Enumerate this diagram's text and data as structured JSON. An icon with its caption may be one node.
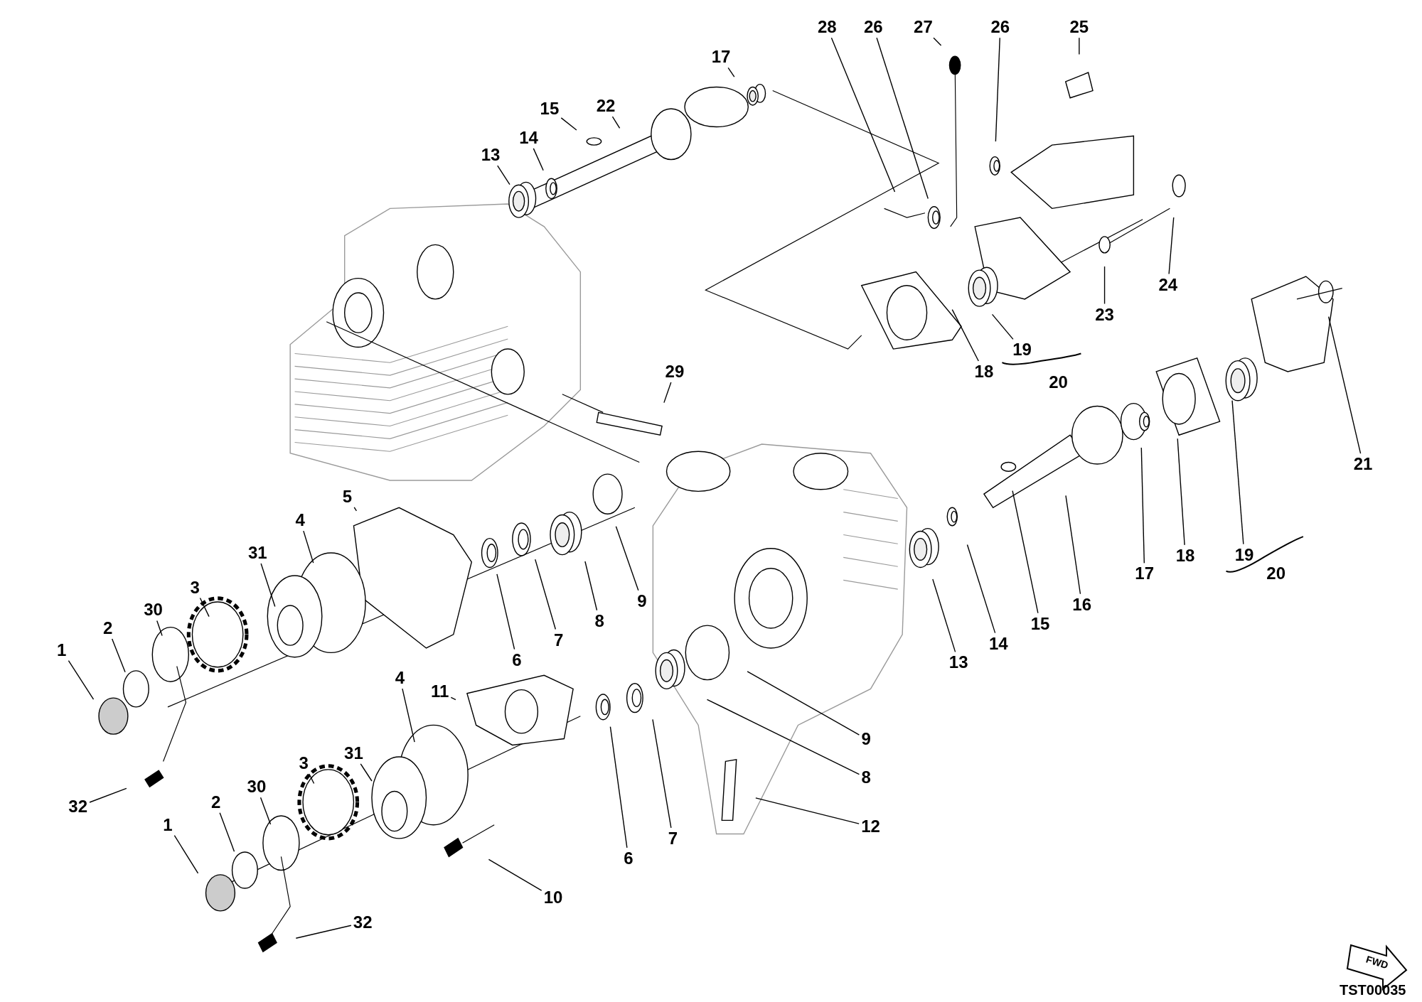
{
  "diagram": {
    "nodes": [
      {
        "text": [
          "17"
        ]
      },
      {
        "text": [
          "22"
        ]
      },
      {
        "text": [
          "15"
        ]
      },
      {
        "text": [
          "14"
        ]
      },
      {
        "text": [
          "13"
        ]
      },
      {
        "text": [
          "28"
        ]
      },
      {
        "text": [
          "26"
        ]
      },
      {
        "text": [
          "27"
        ]
      },
      {
        "text": [
          "26"
        ]
      },
      {
        "text": [
          "25"
        ]
      },
      {
        "text": [
          "24"
        ]
      },
      {
        "text": [
          "23"
        ]
      },
      {
        "text": [
          "21"
        ]
      },
      {
        "text": [
          "29"
        ]
      },
      {
        "text": [
          "18"
        ]
      },
      {
        "text": [
          "19"
        ]
      },
      {
        "text": [
          "20"
        ]
      },
      {
        "text": [
          "5"
        ]
      },
      {
        "text": [
          "4"
        ]
      },
      {
        "text": [
          "31"
        ]
      },
      {
        "text": [
          "3"
        ]
      },
      {
        "text": [
          "30"
        ]
      },
      {
        "text": [
          "2"
        ]
      },
      {
        "text": [
          "1"
        ]
      },
      {
        "text": [
          "32"
        ]
      },
      {
        "text": [
          "6"
        ]
      },
      {
        "text": [
          "7"
        ]
      },
      {
        "text": [
          "8"
        ]
      },
      {
        "text": [
          "9"
        ]
      },
      {
        "text": [
          "13"
        ]
      },
      {
        "text": [
          "14"
        ]
      },
      {
        "text": [
          "15"
        ]
      },
      {
        "text": [
          "16"
        ]
      },
      {
        "text": [
          "17"
        ]
      },
      {
        "text": [
          "18"
        ]
      },
      {
        "text": [
          "19"
        ]
      },
      {
        "text": [
          "20"
        ]
      },
      {
        "text": [
          "9"
        ]
      },
      {
        "text": [
          "8"
        ]
      },
      {
        "text": [
          "11"
        ]
      },
      {
        "text": [
          "4"
        ]
      },
      {
        "text": [
          "31"
        ]
      },
      {
        "text": [
          "3"
        ]
      },
      {
        "text": [
          "30"
        ]
      },
      {
        "text": [
          "2"
        ]
      },
      {
        "text": [
          "1"
        ]
      },
      {
        "text": [
          "6"
        ]
      },
      {
        "text": [
          "7"
        ]
      },
      {
        "text": [
          "10"
        ]
      },
      {
        "text": [
          "12"
        ]
      },
      {
        "text": [
          "32"
        ]
      }
    ],
    "edges": [
      {
        "from": 0,
        "to": null,
        "arrow": "none"
      },
      {
        "from": 1,
        "to": null,
        "arrow": "none"
      },
      {
        "from": 2,
        "to": null,
        "arrow": "none"
      },
      {
        "from": 3,
        "to": null,
        "arrow": "none"
      },
      {
        "from": 4,
        "to": null,
        "arrow": "none"
      },
      {
        "from": 5,
        "to": null,
        "arrow": "none"
      },
      {
        "from": 6,
        "to": null,
        "arrow": "none"
      },
      {
        "from": 7,
        "to": null,
        "arrow": "none"
      },
      {
        "from": 8,
        "to": null,
        "arrow": "none"
      },
      {
        "from": 9,
        "to": null,
        "arrow": "none"
      },
      {
        "from": 10,
        "to": null,
        "arrow": "none"
      },
      {
        "from": 11,
        "to": null,
        "arrow": "none"
      },
      {
        "from": 12,
        "to": null,
        "arrow": "none"
      },
      {
        "from": 13,
        "to": null,
        "arrow": "none"
      },
      {
        "from": 14,
        "to": null,
        "arrow": "none"
      },
      {
        "from": 15,
        "to": null,
        "arrow": "none"
      },
      {
        "from": 17,
        "to": null,
        "arrow": "none"
      },
      {
        "from": 18,
        "to": null,
        "arrow": "none"
      },
      {
        "from": 19,
        "to": null,
        "arrow": "none"
      },
      {
        "from": 20,
        "to": null,
        "arrow": "none"
      },
      {
        "from": 21,
        "to": null,
        "arrow": "none"
      },
      {
        "from": 22,
        "to": null,
        "arrow": "none"
      },
      {
        "from": 23,
        "to": null,
        "arrow": "none"
      },
      {
        "from": 24,
        "to": null,
        "arrow": "none"
      },
      {
        "from": 25,
        "to": null,
        "arrow": "none"
      },
      {
        "from": 26,
        "to": null,
        "arrow": "none"
      },
      {
        "from": 27,
        "to": null,
        "arrow": "none"
      },
      {
        "from": 28,
        "to": null,
        "arrow": "none"
      },
      {
        "from": 29,
        "to": null,
        "arrow": "none"
      },
      {
        "from": 30,
        "to": null,
        "arrow": "none"
      },
      {
        "from": 31,
        "to": null,
        "arrow": "none"
      },
      {
        "from": 32,
        "to": null,
        "arrow": "none"
      },
      {
        "from": 33,
        "to": null,
        "arrow": "none"
      },
      {
        "from": 34,
        "to": null,
        "arrow": "none"
      },
      {
        "from": 35,
        "to": null,
        "arrow": "none"
      },
      {
        "from": 37,
        "to": null,
        "arrow": "none"
      },
      {
        "from": 38,
        "to": null,
        "arrow": "none"
      },
      {
        "from": 39,
        "to": null,
        "arrow": "none"
      },
      {
        "from": 40,
        "to": null,
        "arrow": "none"
      },
      {
        "from": 41,
        "to": null,
        "arrow": "none"
      },
      {
        "from": 42,
        "to": null,
        "arrow": "none"
      },
      {
        "from": 43,
        "to": null,
        "arrow": "none"
      },
      {
        "from": 44,
        "to": null,
        "arrow": "none"
      },
      {
        "from": 45,
        "to": null,
        "arrow": "none"
      },
      {
        "from": 46,
        "to": null,
        "arrow": "none"
      },
      {
        "from": 47,
        "to": null,
        "arrow": "none"
      },
      {
        "from": 48,
        "to": null,
        "arrow": "none"
      },
      {
        "from": 49,
        "to": null,
        "arrow": "none"
      },
      {
        "from": 50,
        "to": null,
        "arrow": "none"
      }
    ],
    "labels": [
      "FWD",
      "TST00035"
    ]
  }
}
